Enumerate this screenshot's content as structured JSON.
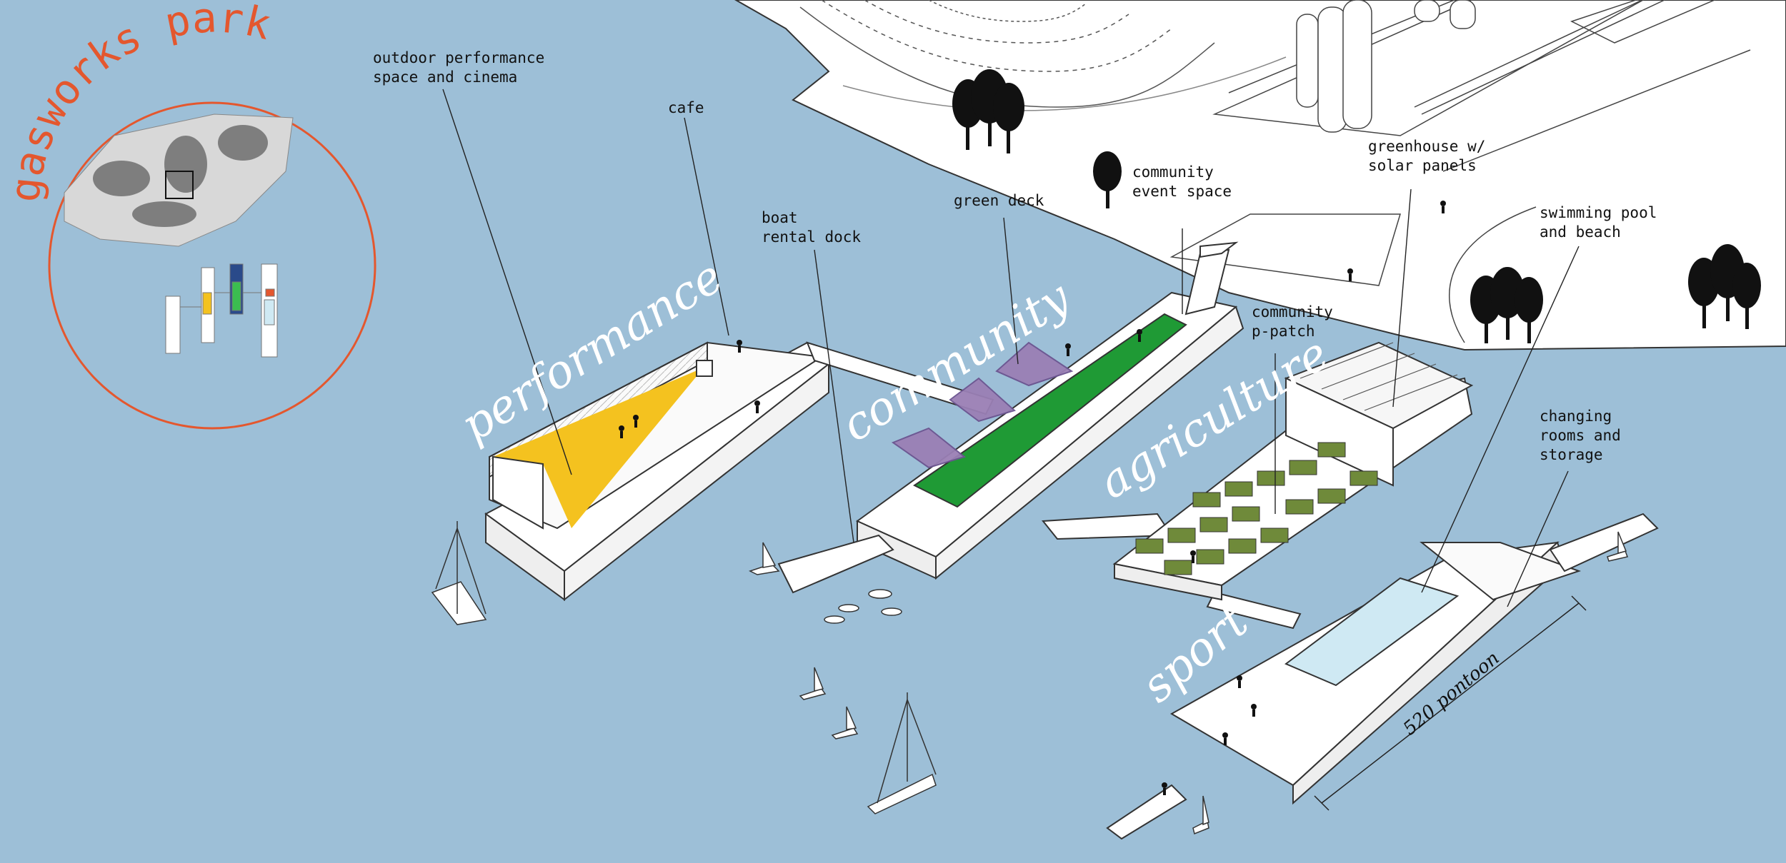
{
  "title": "gasworks park",
  "zones": {
    "performance": "performance",
    "community": "community",
    "agriculture": "agriculture",
    "sport": "sport"
  },
  "labels": {
    "outdoor_performance": "outdoor performance\nspace and cinema",
    "cafe": "cafe",
    "boat_rental": "boat\nrental dock",
    "green_deck": "green deck",
    "community_event": "community\nevent space",
    "greenhouse": "greenhouse w/\nsolar panels",
    "community_ppatch": "community\np-patch",
    "swimming_pool": "swimming pool\nand beach",
    "changing_rooms": "changing\nrooms and\nstorage",
    "pontoon": "520 pontoon"
  },
  "colors": {
    "water": "#9dbfd7",
    "land": "#ffffff",
    "accent_orange": "#e4572e",
    "performance_yellow": "#f4c21f",
    "green_deck": "#1f9a35",
    "canopy_purple": "#9a7fb5",
    "pool_blue": "#cfe9f3"
  },
  "icons": [
    "tree-icon",
    "sailboat-icon",
    "person-icon",
    "canopy-icon"
  ]
}
